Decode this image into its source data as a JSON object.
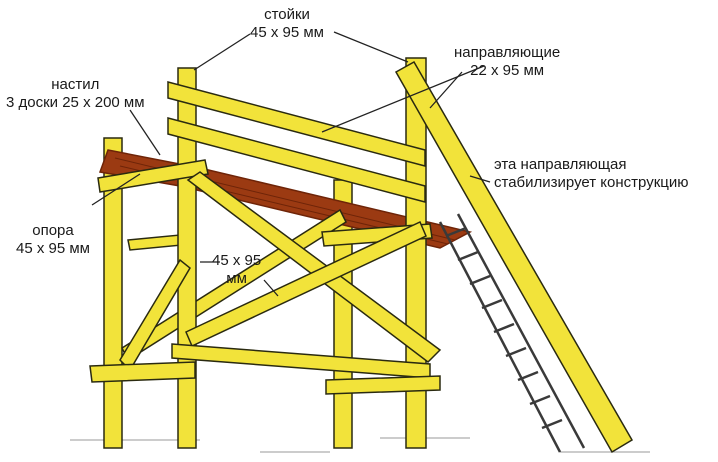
{
  "labels": {
    "stoyki": {
      "line1": "стойки",
      "line2": "45 х 95 мм"
    },
    "napravlyayushchie": {
      "line1": "направляющие",
      "line2": "22 х 95 мм"
    },
    "nastil": {
      "line1": "настил",
      "line2": "3 доски 25 х 200 мм"
    },
    "stabiliziruet": {
      "line1": "эта направляющая",
      "line2": "стабилизирует конструкцию"
    },
    "opora": {
      "line1": "опора",
      "line2": "45 х 95 мм"
    },
    "brace": {
      "line1": "45 х 95",
      "line2": "мм"
    }
  },
  "colors": {
    "wood": "#f2e33a",
    "wood_shade": "#d9c21f",
    "outline": "#2a2a10",
    "deck": "#9b3a12",
    "deck_dark": "#6e2408",
    "ladder": "#3a3a3a",
    "leader": "#222222"
  }
}
